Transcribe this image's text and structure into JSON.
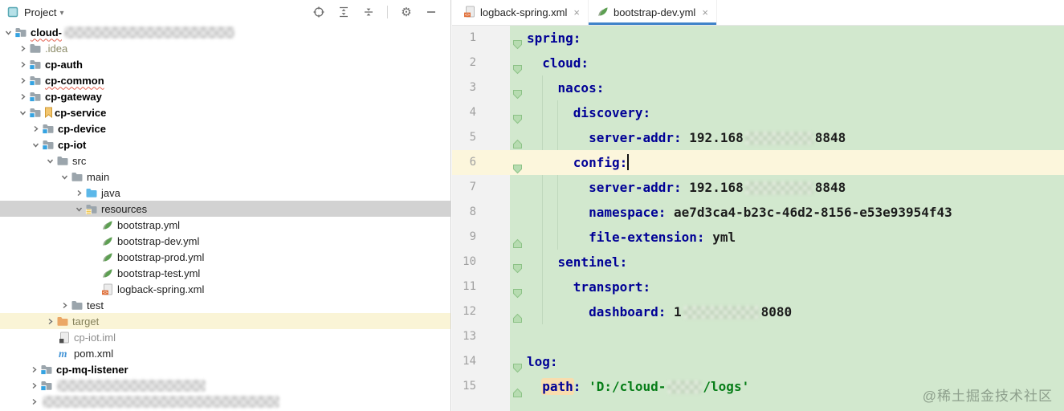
{
  "colors": {
    "editor_background": "#d2e8ce",
    "current_line": "#fcf6dc",
    "tree_selection": "#d2d2d2",
    "excluded_row_yellow": "#faf4d6",
    "active_tab_underline": "#4083c9",
    "yaml_key": "#000096",
    "yaml_value": "#1c1c1c",
    "yaml_string": "#067d17"
  },
  "project_panel": {
    "title": "Project",
    "caret_glyph": "▾",
    "toolbar": [
      {
        "name": "locate-icon"
      },
      {
        "name": "expand-all-icon"
      },
      {
        "name": "collapse-all-icon"
      },
      {
        "name": "separator"
      },
      {
        "name": "settings-gear-icon"
      },
      {
        "name": "hide-panel-icon"
      }
    ],
    "tree": [
      {
        "label": "cloud-",
        "indent": 2,
        "chevron": "expanded",
        "icon": "module-folder",
        "bold": true,
        "squiggle": true,
        "blur_width": 212
      },
      {
        "label": ".idea",
        "indent": 20,
        "chevron": "collapsed",
        "icon": "folder",
        "cls": "dim"
      },
      {
        "label": "cp-auth",
        "indent": 20,
        "chevron": "collapsed",
        "icon": "module-folder",
        "bold": true
      },
      {
        "label": "cp-common",
        "indent": 20,
        "chevron": "collapsed",
        "icon": "module-folder",
        "bold": true,
        "squiggle": true
      },
      {
        "label": "cp-gateway",
        "indent": 20,
        "chevron": "collapsed",
        "icon": "module-folder",
        "bold": true
      },
      {
        "label": "cp-service",
        "indent": 20,
        "chevron": "expanded",
        "icon": "module-folder",
        "bookmark": true,
        "bold": true
      },
      {
        "label": "cp-device",
        "indent": 36,
        "chevron": "collapsed",
        "icon": "module-folder",
        "bold": true
      },
      {
        "label": "cp-iot",
        "indent": 36,
        "chevron": "expanded",
        "icon": "module-folder",
        "bold": true
      },
      {
        "label": "src",
        "indent": 54,
        "chevron": "expanded",
        "icon": "folder"
      },
      {
        "label": "main",
        "indent": 72,
        "chevron": "expanded",
        "icon": "folder"
      },
      {
        "label": "java",
        "indent": 90,
        "chevron": "collapsed",
        "icon": "java-folder"
      },
      {
        "label": "resources",
        "indent": 90,
        "chevron": "expanded",
        "icon": "resources-folder",
        "selected": true
      },
      {
        "label": "bootstrap.yml",
        "indent": 110,
        "icon": "yaml-file"
      },
      {
        "label": "bootstrap-dev.yml",
        "indent": 110,
        "icon": "yaml-file"
      },
      {
        "label": "bootstrap-prod.yml",
        "indent": 110,
        "icon": "yaml-file"
      },
      {
        "label": "bootstrap-test.yml",
        "indent": 110,
        "icon": "yaml-file"
      },
      {
        "label": "logback-spring.xml",
        "indent": 110,
        "icon": "xml-file"
      },
      {
        "label": "test",
        "indent": 72,
        "chevron": "collapsed",
        "icon": "folder"
      },
      {
        "label": "target",
        "indent": 54,
        "chevron": "collapsed",
        "icon": "excluded-folder",
        "cls": "excluded",
        "row": "yellow"
      },
      {
        "label": "cp-iot.iml",
        "indent": 56,
        "icon": "iml-file",
        "cls": "dim2"
      },
      {
        "label": "pom.xml",
        "indent": 56,
        "icon": "maven-file"
      },
      {
        "label": "cp-mq-listener",
        "indent": 34,
        "chevron": "collapsed",
        "icon": "module-folder",
        "bold": true
      },
      {
        "label": "",
        "indent": 34,
        "chevron": "collapsed",
        "icon": "module-folder",
        "blur_width": 185
      },
      {
        "label": "",
        "indent": 34,
        "chevron": "collapsed",
        "icon": null,
        "blur_width": 295
      }
    ]
  },
  "editor": {
    "close_glyph": "×",
    "tabs": [
      {
        "label": "logback-spring.xml",
        "icon": "xml-file",
        "active": false
      },
      {
        "label": "bootstrap-dev.yml",
        "icon": "yaml-file",
        "active": true
      }
    ],
    "lines": [
      {
        "num": "1",
        "marker": "down",
        "segments": [
          {
            "t": "spring:",
            "c": "key"
          }
        ]
      },
      {
        "num": "2",
        "marker": "down",
        "segments": [
          {
            "t": "  ",
            "c": "val"
          },
          {
            "t": "cloud:",
            "c": "key"
          }
        ]
      },
      {
        "num": "3",
        "marker": "down",
        "segments": [
          {
            "t": "    ",
            "c": "val"
          },
          {
            "t": "nacos:",
            "c": "key"
          }
        ]
      },
      {
        "num": "4",
        "marker": "down",
        "segments": [
          {
            "t": "      ",
            "c": "val"
          },
          {
            "t": "discovery:",
            "c": "key"
          }
        ]
      },
      {
        "num": "5",
        "marker": "up",
        "segments": [
          {
            "t": "        ",
            "c": "val"
          },
          {
            "t": "server-addr:",
            "c": "key"
          },
          {
            "t": " 192.168",
            "c": "val"
          },
          {
            "c": "blur",
            "w": 85
          },
          {
            "t": "8848",
            "c": "val"
          }
        ]
      },
      {
        "num": "6",
        "marker": "down",
        "current": true,
        "segments": [
          {
            "t": "      ",
            "c": "val"
          },
          {
            "t": "config:",
            "c": "key"
          },
          {
            "c": "cursor"
          }
        ]
      },
      {
        "num": "7",
        "marker": null,
        "segments": [
          {
            "t": "        ",
            "c": "val"
          },
          {
            "t": "server-addr:",
            "c": "key"
          },
          {
            "t": " 192.168",
            "c": "val"
          },
          {
            "c": "blur",
            "w": 85
          },
          {
            "t": "8848",
            "c": "val"
          }
        ]
      },
      {
        "num": "8",
        "marker": null,
        "segments": [
          {
            "t": "        ",
            "c": "val"
          },
          {
            "t": "namespace:",
            "c": "key"
          },
          {
            "t": " ae7d3ca4-b23c-46d2-8156-e53e93954f43",
            "c": "val"
          }
        ]
      },
      {
        "num": "9",
        "marker": "up",
        "segments": [
          {
            "t": "        ",
            "c": "val"
          },
          {
            "t": "file-extension:",
            "c": "key"
          },
          {
            "t": " yml",
            "c": "val"
          }
        ]
      },
      {
        "num": "10",
        "marker": "down",
        "segments": [
          {
            "t": "    ",
            "c": "val"
          },
          {
            "t": "sentinel:",
            "c": "key"
          }
        ]
      },
      {
        "num": "11",
        "marker": "down",
        "segments": [
          {
            "t": "      ",
            "c": "val"
          },
          {
            "t": "transport:",
            "c": "key"
          }
        ]
      },
      {
        "num": "12",
        "marker": "up",
        "segments": [
          {
            "t": "        ",
            "c": "val"
          },
          {
            "t": "dashboard:",
            "c": "key"
          },
          {
            "t": " 1",
            "c": "val"
          },
          {
            "c": "blur",
            "w": 95
          },
          {
            "t": "8080",
            "c": "val"
          }
        ]
      },
      {
        "num": "13",
        "marker": null,
        "segments": []
      },
      {
        "num": "14",
        "marker": "down",
        "segments": [
          {
            "t": "log:",
            "c": "key"
          }
        ]
      },
      {
        "num": "15",
        "marker": "up",
        "segments": [
          {
            "t": "  ",
            "c": "val"
          },
          {
            "t": "path",
            "c": "hl"
          },
          {
            "t": ":",
            "c": "key"
          },
          {
            "t": " 'D:/cloud-",
            "c": "str"
          },
          {
            "c": "blur",
            "w": 42
          },
          {
            "t": "/logs'",
            "c": "str"
          }
        ]
      }
    ]
  },
  "watermark": "@稀土掘金技术社区"
}
